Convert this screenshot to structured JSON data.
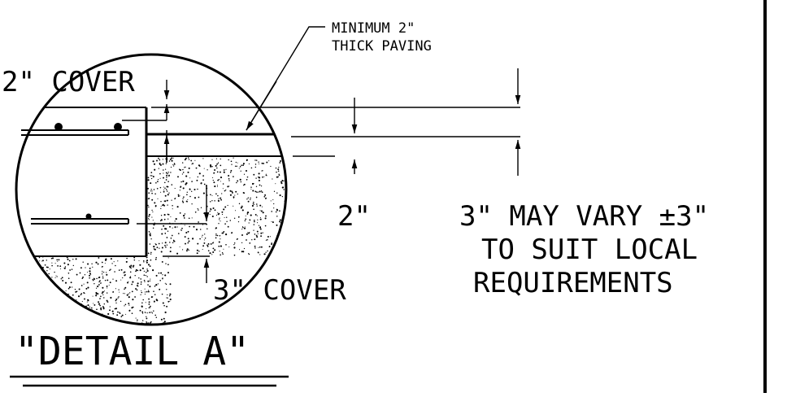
{
  "title": "\"DETAIL A\"",
  "labels": {
    "paving_note_line1": "MINIMUM 2\"",
    "paving_note_line2": "THICK PAVING",
    "top_cover": "2\" COVER",
    "bottom_cover": "3\" COVER",
    "paving_dim": "2\"",
    "vary_line1": "3\" MAY VARY ±3\"",
    "vary_line2": "TO SUIT LOCAL",
    "vary_line3": "REQUIREMENTS"
  },
  "colors": {
    "ink": "#000000",
    "paper": "#ffffff"
  }
}
